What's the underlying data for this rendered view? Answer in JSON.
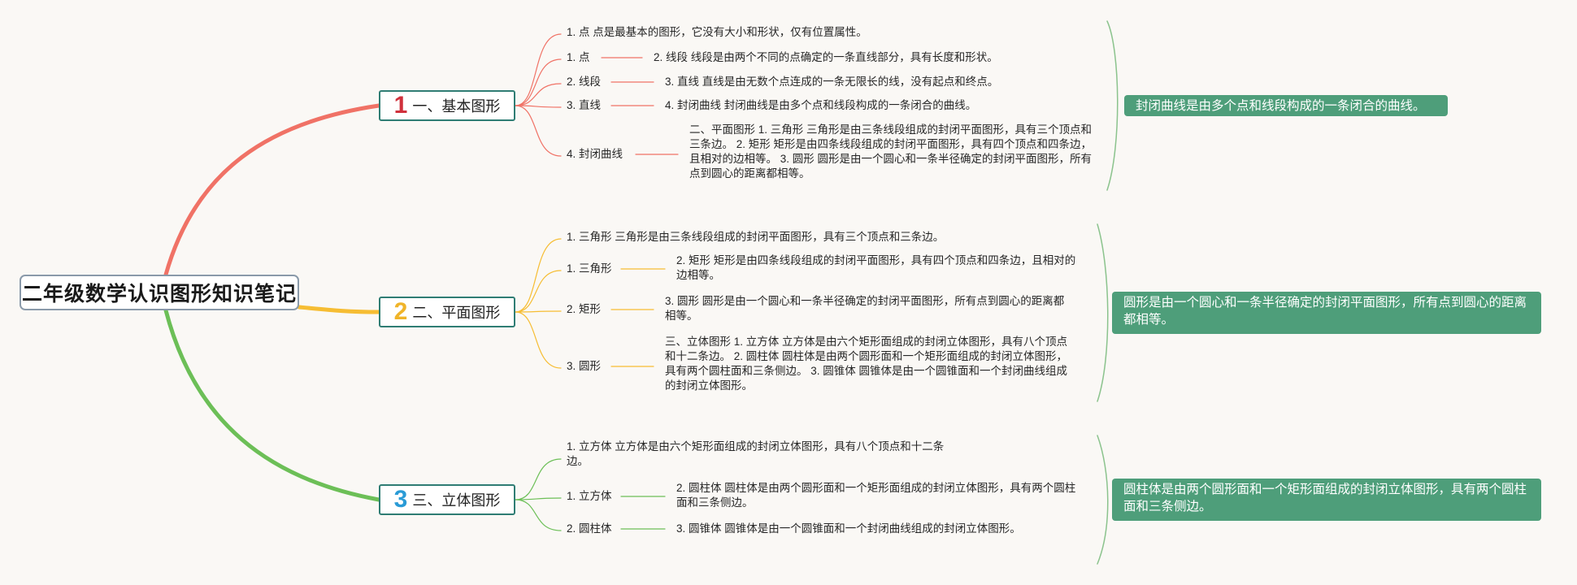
{
  "root": {
    "title": "二年级数学认识图形知识笔记"
  },
  "branches": [
    {
      "number": "1",
      "label": "一、基本图形",
      "color": "#f07266",
      "number_color": "#d0313c",
      "items": [
        {
          "text": "1. 点 点是最基本的图形，它没有大小和形状，仅有位置属性。"
        },
        {
          "text": "1. 点",
          "detail": "2. 线段 线段是由两个不同的点确定的一条直线部分，具有长度和形状。"
        },
        {
          "text": "2. 线段",
          "detail": "3. 直线 直线是由无数个点连成的一条无限长的线，没有起点和终点。"
        },
        {
          "text": "3. 直线",
          "detail": "4. 封闭曲线 封闭曲线是由多个点和线段构成的一条闭合的曲线。"
        },
        {
          "text": "4. 封闭曲线",
          "detail": "二、平面图形 1. 三角形 三角形是由三条线段组成的封闭平面图形，具有三个顶点和三条边。 2. 矩形 矩形是由四条线段组成的封闭平面图形，具有四个顶点和四条边，且相对的边相等。 3. 圆形 圆形是由一个圆心和一条半径确定的封闭平面图形，所有点到圆心的距离都相等。"
        }
      ],
      "summary": "封闭曲线是由多个点和线段构成的一条闭合的曲线。"
    },
    {
      "number": "2",
      "label": "二、平面图形",
      "color": "#f6bd33",
      "number_color": "#f0b429",
      "items": [
        {
          "text": "1. 三角形 三角形是由三条线段组成的封闭平面图形，具有三个顶点和三条边。"
        },
        {
          "text": "1. 三角形",
          "detail": "2. 矩形 矩形是由四条线段组成的封闭平面图形，具有四个顶点和四条边，且相对的边相等。"
        },
        {
          "text": "2. 矩形",
          "detail": "3. 圆形 圆形是由一个圆心和一条半径确定的封闭平面图形，所有点到圆心的距离都相等。"
        },
        {
          "text": "3. 圆形",
          "detail": "三、立体图形 1. 立方体 立方体是由六个矩形面组成的封闭立体图形，具有八个顶点和十二条边。 2. 圆柱体 圆柱体是由两个圆形面和一个矩形面组成的封闭立体图形，具有两个圆柱面和三条侧边。 3. 圆锥体 圆锥体是由一个圆锥面和一个封闭曲线组成的封闭立体图形。"
        }
      ],
      "summary": "圆形是由一个圆心和一条半径确定的封闭平面图形，所有点到圆心的距离都相等。"
    },
    {
      "number": "3",
      "label": "三、立体图形",
      "color": "#6cbf57",
      "number_color": "#2a9bd6",
      "items": [
        {
          "text": "1. 立方体 立方体是由六个矩形面组成的封闭立体图形，具有八个顶点和十二条边。"
        },
        {
          "text": "1. 立方体",
          "detail": "2. 圆柱体 圆柱体是由两个圆形面和一个矩形面组成的封闭立体图形，具有两个圆柱面和三条侧边。"
        },
        {
          "text": "2. 圆柱体",
          "detail": "3. 圆锥体 圆锥体是由一个圆锥面和一个封闭曲线组成的封闭立体图形。"
        }
      ],
      "summary": "圆柱体是由两个圆形面和一个矩形面组成的封闭立体图形，具有两个圆柱面和三条侧边。"
    }
  ],
  "colors": {
    "background": "#faf8f5",
    "summary_bg": "#4e9e7a",
    "branch_border": "#2f7d74",
    "bracket": "#8bc38d"
  }
}
